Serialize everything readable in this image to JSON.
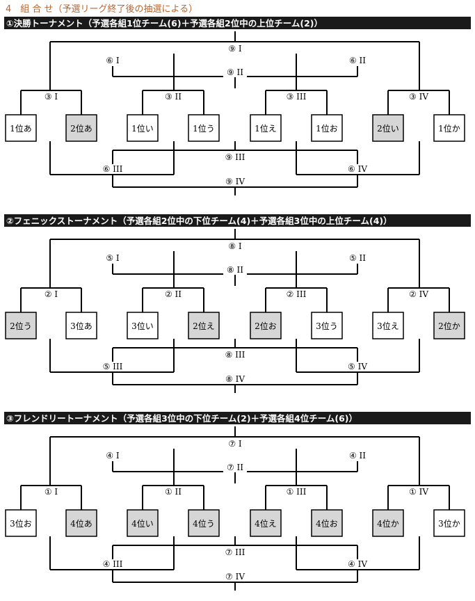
{
  "heading": "4　組 合 せ（予選リーグ終了後の抽選による）",
  "colors": {
    "heading": "#b8652e",
    "title_bar": "#1a1a1a",
    "title_text": "#ffffff",
    "line": "#000000",
    "box_shaded": "#d6d6d6",
    "box_plain": "#ffffff"
  },
  "sections": [
    {
      "title": "①決勝トーナメント（予選各組1位チーム(6)＋予選各組2位中の上位チーム(2)）",
      "m_top": "⑨ I",
      "m_upper_l": "⑥ I",
      "m_upper_r": "⑥ II",
      "m_mid_upper": "⑨ II",
      "m_q1": "③ I",
      "m_q2": "③ II",
      "m_q3": "③ III",
      "m_q4": "③ IV",
      "m_mid_lower": "⑨ III",
      "m_lower_l": "⑥ III",
      "m_lower_r": "⑥ IV",
      "m_bottom": "⑨ IV",
      "teams": [
        {
          "label": "1位あ",
          "shaded": false
        },
        {
          "label": "2位あ",
          "shaded": true
        },
        {
          "label": "1位い",
          "shaded": false
        },
        {
          "label": "1位う",
          "shaded": false
        },
        {
          "label": "1位え",
          "shaded": false
        },
        {
          "label": "1位お",
          "shaded": false
        },
        {
          "label": "2位い",
          "shaded": true
        },
        {
          "label": "1位か",
          "shaded": false
        }
      ]
    },
    {
      "title": "②フェニックストーナメント（予選各組2位中の下位チーム(4)＋予選各組3位中の上位チーム(4)）",
      "m_top": "⑧ I",
      "m_upper_l": "⑤ I",
      "m_upper_r": "⑤ II",
      "m_mid_upper": "⑧ II",
      "m_q1": "② I",
      "m_q2": "② II",
      "m_q3": "② III",
      "m_q4": "② IV",
      "m_mid_lower": "⑧ III",
      "m_lower_l": "⑤ III",
      "m_lower_r": "⑤ IV",
      "m_bottom": "⑧ IV",
      "teams": [
        {
          "label": "2位う",
          "shaded": true
        },
        {
          "label": "3位あ",
          "shaded": false
        },
        {
          "label": "3位い",
          "shaded": false
        },
        {
          "label": "2位え",
          "shaded": true
        },
        {
          "label": "2位お",
          "shaded": true
        },
        {
          "label": "3位う",
          "shaded": false
        },
        {
          "label": "3位え",
          "shaded": false
        },
        {
          "label": "2位か",
          "shaded": true
        }
      ]
    },
    {
      "title": "③フレンドリートーナメント（予選各組3位中の下位チーム(2)＋予選各組4位チーム(6)）",
      "m_top": "⑦ I",
      "m_upper_l": "④ I",
      "m_upper_r": "④ II",
      "m_mid_upper": "⑦ II",
      "m_q1": "① I",
      "m_q2": "① II",
      "m_q3": "① III",
      "m_q4": "① IV",
      "m_mid_lower": "⑦ III",
      "m_lower_l": "④ III",
      "m_lower_r": "④ IV",
      "m_bottom": "⑦ IV",
      "teams": [
        {
          "label": "3位お",
          "shaded": false
        },
        {
          "label": "4位あ",
          "shaded": true
        },
        {
          "label": "4位い",
          "shaded": true
        },
        {
          "label": "4位う",
          "shaded": true
        },
        {
          "label": "4位え",
          "shaded": true
        },
        {
          "label": "4位お",
          "shaded": true
        },
        {
          "label": "4位か",
          "shaded": true
        },
        {
          "label": "3位か",
          "shaded": false
        }
      ]
    }
  ]
}
